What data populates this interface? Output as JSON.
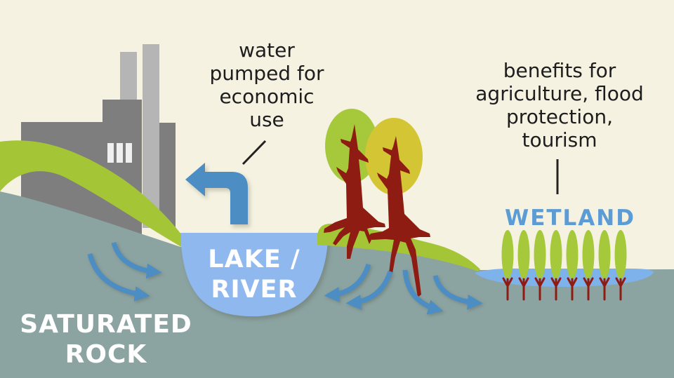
{
  "labels": {
    "pump_note": {
      "lines": [
        "water",
        "pumped for",
        "economic",
        "use"
      ]
    },
    "benefits_note": {
      "lines": [
        "benefits for",
        "agriculture, flood",
        "protection,",
        "tourism"
      ]
    },
    "wetland_label": "WETLAND",
    "lake_label": {
      "lines": [
        "LAKE /",
        "RIVER"
      ]
    },
    "rock_label": {
      "lines": [
        "SATURATED",
        "ROCK"
      ]
    }
  },
  "colors": {
    "sky_cream": "#f5f2e2",
    "rock_gray": "#8ba3a1",
    "hill_green": "#a4c636",
    "slope_green": "#a4c636",
    "canopy_green": "#a6c93c",
    "canopy_yellow": "#d3c534",
    "trunk_red": "#8e1c13",
    "lake_blue": "#8fb8ef",
    "wetland_blue": "#7eb2ea",
    "arrow_blue": "#4c8dc4",
    "factory_dark": "#7e7e7e",
    "factory_light": "#b5b5b5",
    "window_white": "#efefef",
    "note_text": "#1d1d1d",
    "wetland_text": "#5b9cd6",
    "label_white": "#ffffff",
    "pointer_black": "#222222"
  },
  "icons": {
    "factory": "factory-icon",
    "trees": "tree-icon",
    "reeds": "reed-icon",
    "groundwater_flow": "curved-arrow-icon",
    "water_pump": "bent-left-arrow-icon"
  }
}
